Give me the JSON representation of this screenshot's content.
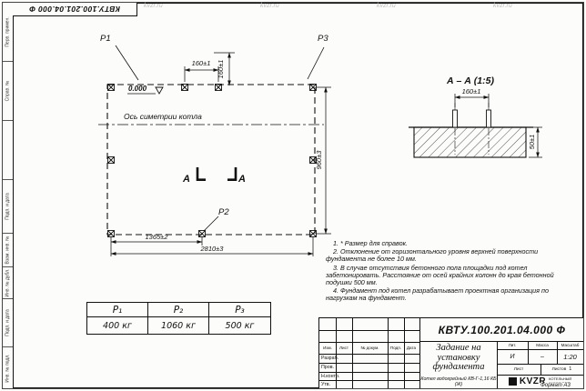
{
  "watermark": "kvzr.ru",
  "corner_designation": "КВТУ.100.201.04.000 Ф",
  "left_stamp": {
    "cells": [
      "Перв. примен.",
      "Справ. №",
      "",
      "Подп. и дата",
      "Взам. инв. №",
      "Инв. № дубл.",
      "Подп. и дата",
      "Инв. № подл."
    ]
  },
  "plan": {
    "p1": "P1",
    "p2": "P2",
    "p3": "P3",
    "level": "0.000",
    "axis": "Ось симетрии котла",
    "dim_top": "160±1",
    "dim_top_vert": "160±1",
    "dim_right": "960±3",
    "dim_half": "1365±2",
    "dim_full": "2810±3",
    "sec_a_left": "А",
    "sec_a_right": "А"
  },
  "section": {
    "title": "А – А (1:5)",
    "dim_bolts": "160±1",
    "dim_height": "50±1"
  },
  "notes": {
    "n1": "1. * Размер для справок.",
    "n2": "2. Отклонение от горизонтального уровня верхней поверхности фундамента не более 10 мм.",
    "n3": "3. В случае отсутствия бетонного пола площадки под котел забетонировать. Расстояние от осей крайних колонн до края бетонной подушки 500 мм.",
    "n4": "4. Фундамент под котел разрабатывает проектная организация по нагрузкам на фундамент."
  },
  "load_table": {
    "col1": {
      "header": "Р₁",
      "value": "400 кг"
    },
    "col2": {
      "header": "Р₂",
      "value": "1060 кг"
    },
    "col3": {
      "header": "Р₃",
      "value": "500 кг"
    }
  },
  "title_block": {
    "designation": "КВТУ.100.201.04.000 Ф",
    "title_line1": "Задание на",
    "title_line2": "установку",
    "title_line3": "фундамента",
    "product": "Котел водогрейный КВ-Г-1,16 КБ (Ж)",
    "col_izm": "Изм.",
    "col_list": "Лист",
    "col_doc": "№ докум.",
    "col_podp": "Подп.",
    "col_data": "Дата",
    "row1": "Разраб.",
    "row2": "Пров.",
    "row3": "Н.контр.",
    "row4": "Утв.",
    "lit_label": "Лит.",
    "lit_value": "И",
    "mass_label": "Масса",
    "mass_value": "–",
    "scale_label": "Масштаб",
    "scale_value": "1:20",
    "sheet_label": "Лист",
    "sheets_label": "Листов",
    "sheets_value": "1",
    "logo": "KVZR",
    "company_line1": "КОТЕЛЬНЫЙ",
    "company_line2": "ЗАВОД РЭП",
    "format": "Формат А3"
  }
}
